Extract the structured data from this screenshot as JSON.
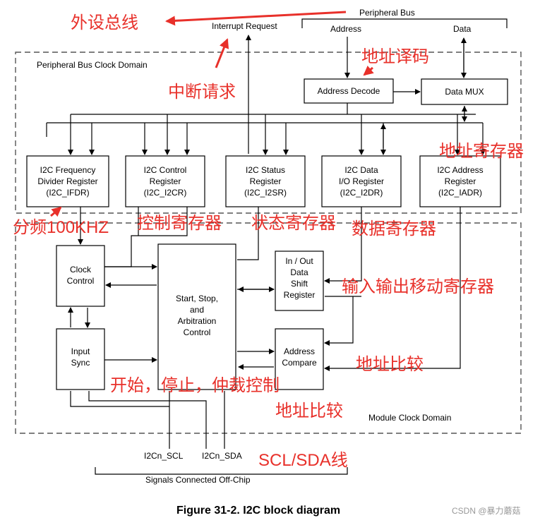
{
  "header": {
    "peripheral_bus": "Peripheral Bus",
    "address": "Address",
    "data": "Data",
    "interrupt_request": "Interrupt Request"
  },
  "domains": {
    "peripheral": "Peripheral Bus Clock Domain",
    "module": "Module Clock Domain"
  },
  "blocks": {
    "address_decode": "Address Decode",
    "data_mux": "Data MUX",
    "i2c_fdr": [
      "I2C Frequency",
      "Divider Register",
      "(I2C_IFDR)"
    ],
    "i2c_cr": [
      "I2C Control",
      "Register",
      "(I2C_I2CR)"
    ],
    "i2c_sr": [
      "I2C Status",
      "Register",
      "(I2C_I2SR)"
    ],
    "i2c_dr": [
      "I2C Data",
      "I/O Register",
      "(I2C_I2DR)"
    ],
    "i2c_adr": [
      "I2C Address",
      "Register",
      "(I2C_IADR)"
    ],
    "clock_control": [
      "Clock",
      "Control"
    ],
    "input_sync": [
      "Input",
      "Sync"
    ],
    "ssa_control": [
      "Start,  Stop,",
      "and",
      "Arbitration",
      "Control"
    ],
    "shift_register": [
      "In / Out",
      "Data",
      "Shift",
      "Register"
    ],
    "address_compare": [
      "Address",
      "Compare"
    ]
  },
  "pins": {
    "scl": "I2Cn_SCL",
    "sda": "I2Cn_SDA",
    "offchip": "Signals Connected Off-Chip"
  },
  "annotations": {
    "peripheral_bus": "外设总线",
    "interrupt": "中断请求",
    "address_decode": "地址译码",
    "address_register": "地址寄存器",
    "divider": "分频100KHZ",
    "control_register": "控制寄存器",
    "status_register": "状态寄存器",
    "data_register": "数据寄存器",
    "shift_register": "输入输出移动寄存器",
    "address_compare_1": "地址比较",
    "ssa_control": "开始，停止，仲裁控制",
    "address_compare_2": "地址比较",
    "scl_sda": "SCL/SDA线"
  },
  "caption": "Figure 31-2. I2C block diagram",
  "watermark": "CSDN @暴力蘑菇",
  "colors": {
    "annotation": "#e8302a",
    "line": "#000000",
    "dash": "#555555"
  }
}
